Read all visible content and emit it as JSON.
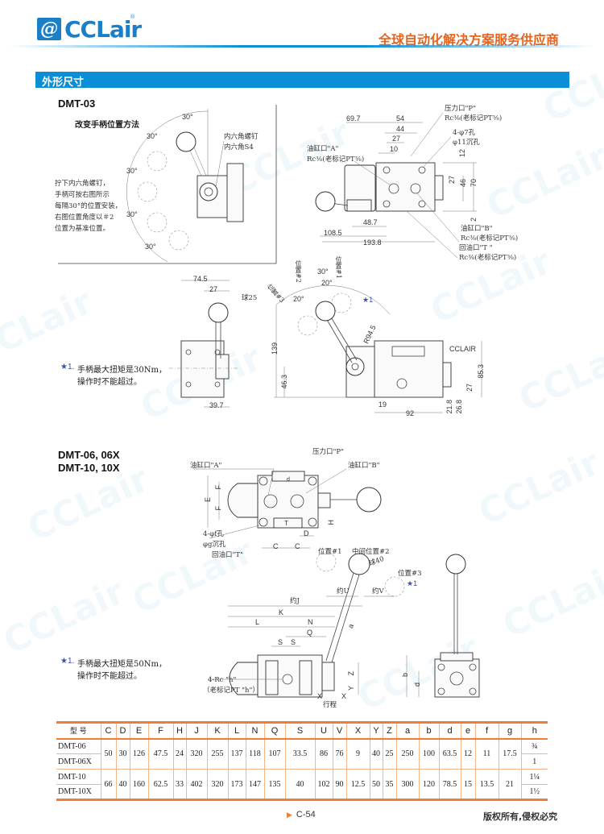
{
  "header": {
    "logo_mark": "@",
    "logo_text": "CCLair",
    "logo_reg": "®",
    "slogan": "全球自动化解决方案服务供应商"
  },
  "section": {
    "title": "外形尺寸"
  },
  "watermark": "CCLair",
  "dmt03": {
    "model": "DMT-03",
    "subtitle": "改变手柄位置方法",
    "angles": [
      "30°",
      "30°",
      "30°",
      "30°",
      "30°"
    ],
    "screw_label_1": "内六角螺钉",
    "screw_label_2": "内六角S4",
    "instructions": [
      "拧下内六角螺钉，",
      "手柄可按右图所示",
      "每隔30°的位置安装，",
      "右图位置角度以＃2",
      "位置为基准位置。"
    ],
    "front": {
      "port_p": "压力口\"P\"",
      "port_p_thread": "Rc⅜(老标记PT⅜)",
      "port_a": "油缸口\"A\"",
      "port_a_thread": "Rc⅜(老标记PT⅜)",
      "port_b": "油缸口\"B\"",
      "port_b_thread": "Rc⅜(老标记PT⅜)",
      "port_t": "回油口\"T \"",
      "port_t_thread": "Rc⅜(老标记PT⅜)",
      "holes_1": "4-φ7孔",
      "holes_2": "φ11沉孔",
      "dims": {
        "d69_7": "69.7",
        "d54": "54",
        "d44": "44",
        "d27": "27",
        "d10": "10",
        "d12": "12",
        "d27v": "27",
        "d46": "46",
        "d70": "70",
        "d2": "2",
        "d48_7": "48.7",
        "d108_5": "108.5",
        "d193_8": "193.8"
      }
    },
    "side": {
      "dims": {
        "d74_5": "74.5",
        "d27": "27",
        "ball": "球25",
        "d39_7": "39.7",
        "d139": "139",
        "d46_3": "46.3",
        "r94_5": "R94.5",
        "d85_3": "85.3",
        "d27v": "27",
        "d21_8": "21.8",
        "d26_8": "26.8",
        "d19": "19",
        "d92": "92"
      },
      "pos1": "位置#1",
      "pos2": "位置#2",
      "pos3": "位置#3",
      "angle_30": "30°",
      "angle_20a": "20°",
      "angle_20b": "20°",
      "star_mark": "★1",
      "brand_plate": "CCLAIR"
    },
    "note_star": "★1.",
    "note_1": "手柄最大扭矩是30Nm，",
    "note_2": "操作时不能超过。"
  },
  "dmt06": {
    "model_1": "DMT-06, 06X",
    "model_2": "DMT-10, 10X",
    "top": {
      "port_p": "压力口\"P\"",
      "port_a": "油缸口\"A\"",
      "port_b": "油缸口\"B\"",
      "holes_1": "4-φf孔",
      "holes_2": "φg沉孔",
      "port_t": "回油口\"T\"",
      "E": "E",
      "F1": "F",
      "F2": "F",
      "C1": "C",
      "C2": "C",
      "D": "D",
      "H": "H",
      "d": "d",
      "T": "T"
    },
    "side": {
      "pos1": "位置#1",
      "pos2": "中间位置#2",
      "ball": "球40",
      "pos3": "位置#3",
      "star_mark": "★1",
      "U": "约U",
      "V": "约V",
      "J": "约J",
      "K": "K",
      "L": "L",
      "N": "N",
      "Q": "Q",
      "S1": "S",
      "S2": "S",
      "a": "a",
      "Z": "Z",
      "Y": "Y",
      "X1": "X",
      "X2": "X",
      "thread_1": "4-Rc \"h\"",
      "thread_2": "（老标记PT \"h\"）",
      "stroke": "行程",
      "b": "b",
      "d": "d"
    },
    "note_star": "★1.",
    "note_1": "手柄最大扭矩是50Nm，",
    "note_2": "操作时不能超过。"
  },
  "table": {
    "headers": [
      "型 号",
      "C",
      "D",
      "E",
      "F",
      "H",
      "J",
      "K",
      "L",
      "N",
      "Q",
      "S",
      "U",
      "V",
      "X",
      "Y",
      "Z",
      "a",
      "b",
      "d",
      "e",
      "f",
      "g",
      "h"
    ],
    "groups": [
      {
        "models": [
          "DMT-06",
          "DMT-06X"
        ],
        "values": [
          "50",
          "30",
          "126",
          "47.5",
          "24",
          "320",
          "255",
          "137",
          "118",
          "107",
          "33.5",
          "86",
          "76",
          "9",
          "40",
          "25",
          "250",
          "100",
          "63.5",
          "12",
          "11",
          "17.5"
        ],
        "h": [
          "¾",
          "1"
        ]
      },
      {
        "models": [
          "DMT-10",
          "DMT-10X"
        ],
        "values": [
          "66",
          "40",
          "160",
          "62.5",
          "33",
          "402",
          "320",
          "173",
          "147",
          "135",
          "40",
          "102",
          "90",
          "12.5",
          "50",
          "35",
          "300",
          "120",
          "78.5",
          "15",
          "13.5",
          "21"
        ],
        "h": [
          "1¼",
          "1½"
        ]
      }
    ]
  },
  "footer": {
    "page_marker": "▶",
    "page": "C-54",
    "copyright": "版权所有,侵权必究"
  }
}
